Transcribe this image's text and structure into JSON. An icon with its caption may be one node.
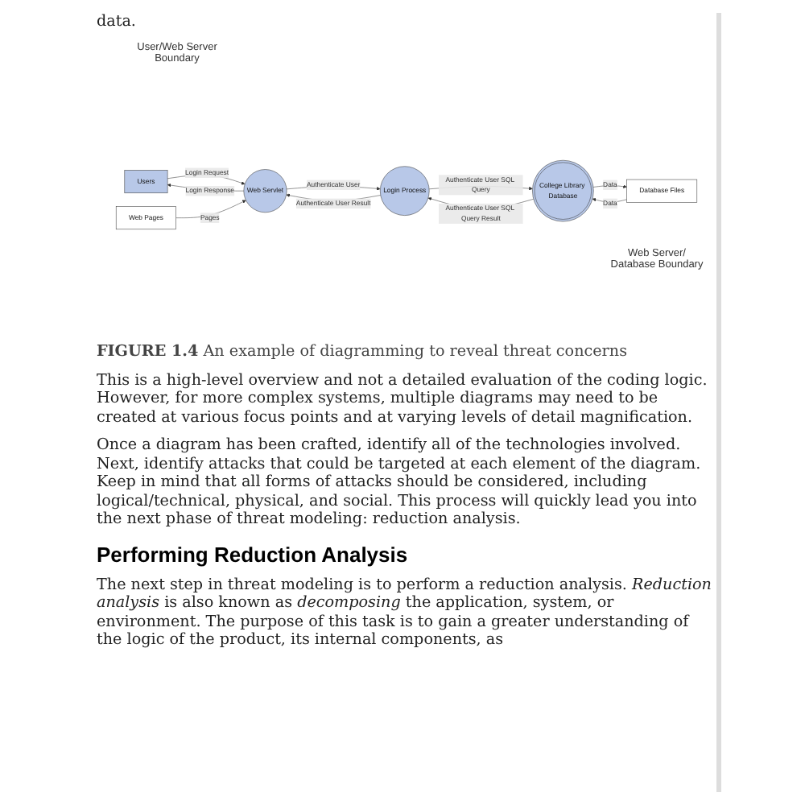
{
  "diagram": {
    "caption": "**FIGURE 1.4** An example of diagramming to reveal threat concerns",
    "nodes": [
      {
        "text": [
          "Users"
        ]
      },
      {
        "text": [
          "Web Servlet"
        ]
      },
      {
        "text": [
          "Login Process"
        ]
      },
      {
        "text": [
          "Web Pages"
        ]
      },
      {
        "text": [
          "College Library Database"
        ]
      },
      {
        "text": [
          "Database Files"
        ]
      }
    ],
    "edges": [
      {
        "from": 0,
        "to": 1,
        "arrow": "to",
        "label": "Login Request"
      },
      {
        "from": 1,
        "to": 0,
        "arrow": "to",
        "label": "Login Response"
      },
      {
        "from": 1,
        "to": 2,
        "arrow": "to",
        "label": "Authenticate User"
      },
      {
        "from": 2,
        "to": 1,
        "arrow": "to",
        "label": "Authenticate User Result"
      },
      {
        "from": 2,
        "to": 4,
        "arrow": "to",
        "label": "Authenticate User SQL Query"
      },
      {
        "from": 4,
        "to": 2,
        "arrow": "to",
        "label": "Authenticate User SQL Query Result"
      },
      {
        "from": 3,
        "to": 1,
        "arrow": "to",
        "label": "Pages"
      },
      {
        "from": 4,
        "to": 5,
        "arrow": "to",
        "label": "Data"
      },
      {
        "from": 5,
        "to": 4,
        "arrow": "to",
        "label": "Data"
      }
    ],
    "labels": [
      "data.",
      "User/Web Server Boundary",
      "Web Server/ Database Boundary",
      "This is a high-level overview and not a detailed evaluation of the coding logic. However, for more complex systems, multiple diagrams may need to be created at various focus points and at varying levels of detail magnification.",
      "Once a diagram has been crafted, identify all of the technologies involved. Next, identify attacks that could be targeted at each element of the diagram. Keep in mind that all forms of attacks should be considered, including logical/technical, physical, and social. This process will quickly lead you into the next phase of threat modeling: reduction analysis.",
      "Performing Reduction Analysis",
      "The next step in threat modeling is to perform a reduction analysis. *Reduction analysis* is also known as *decomposing* the application, system, or environment. The purpose of this task is to gain a greater understanding of the logic of the product, its internal components, as"
    ]
  }
}
